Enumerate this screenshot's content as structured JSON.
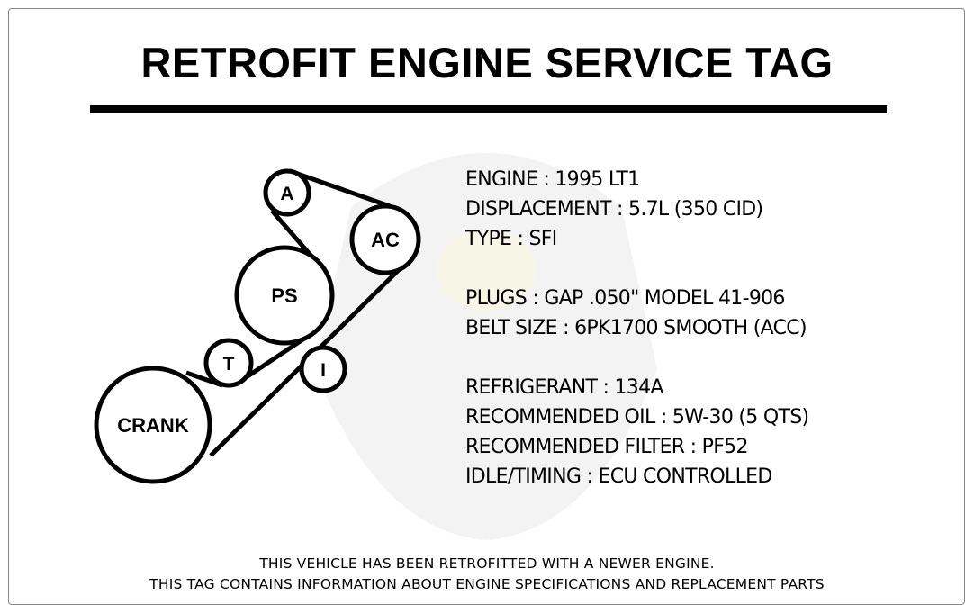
{
  "title": "RETROFIT ENGINE SERVICE TAG",
  "belt_diagram": {
    "pulleys": {
      "a": "A",
      "ac": "AC",
      "ps": "PS",
      "t": "T",
      "i": "I",
      "crank": "CRANK"
    }
  },
  "specs": {
    "engine": "ENGINE : 1995 LT1",
    "displacement": "DISPLACEMENT : 5.7L (350 CID)",
    "type": "TYPE : SFI",
    "plugs": "PLUGS : GAP .050\" MODEL 41-906",
    "belt_size": "BELT SIZE : 6PK1700 SMOOTH (ACC)",
    "refrigerant": "REFRIGERANT : 134A",
    "oil": "RECOMMENDED OIL : 5W-30 (5 QTS)",
    "filter": "RECOMMENDED FILTER : PF52",
    "idle_timing": "IDLE/TIMING : ECU CONTROLLED"
  },
  "footer": {
    "line1": "THIS VEHICLE HAS BEEN RETROFITTED WITH A NEWER ENGINE.",
    "line2": "THIS TAG CONTAINS INFORMATION ABOUT ENGINE SPECIFICATIONS AND REPLACEMENT PARTS"
  }
}
